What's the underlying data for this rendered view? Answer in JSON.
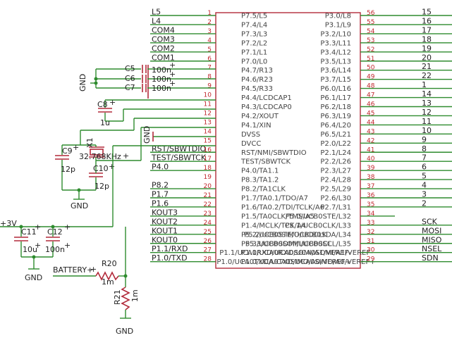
{
  "left_pins": [
    {
      "num": "1",
      "name": "P7.5/L5",
      "net": "L5"
    },
    {
      "num": "2",
      "name": "P7.4/L4",
      "net": "L4"
    },
    {
      "num": "3",
      "name": "P7.3/L3",
      "net": "COM4"
    },
    {
      "num": "4",
      "name": "P7.2/L2",
      "net": "COM3"
    },
    {
      "num": "5",
      "name": "P7.1/L1",
      "net": "COM2"
    },
    {
      "num": "6",
      "name": "P7.0/L0",
      "net": "COM1"
    },
    {
      "num": "7",
      "name": "P4.7/R13",
      "net": ""
    },
    {
      "num": "8",
      "name": "P4.6/R23",
      "net": ""
    },
    {
      "num": "9",
      "name": "P4.5/R33",
      "net": ""
    },
    {
      "num": "10",
      "name": "P4.4/LCDCAP1",
      "net": ""
    },
    {
      "num": "11",
      "name": "P4.3/LCDCAP0",
      "net": ""
    },
    {
      "num": "12",
      "name": "P4.2/XOUT",
      "net": ""
    },
    {
      "num": "13",
      "name": "P4.1/XIN",
      "net": ""
    },
    {
      "num": "14",
      "name": "DVSS",
      "net": ""
    },
    {
      "num": "15",
      "name": "DVCC",
      "net": ""
    },
    {
      "num": "16",
      "name": "RST/NMI/SBWTDIO",
      "net": "RST/SBWTDIO"
    },
    {
      "num": "17",
      "name": "TEST/SBWTCK",
      "net": "TEST/SBWTCK"
    },
    {
      "num": "18",
      "name": "P4.0/TA1.1",
      "net": "P4.0"
    },
    {
      "num": "19",
      "name": "P8.3/TA1.2",
      "net": ""
    },
    {
      "num": "20",
      "name": "P8.2/TA1CLK",
      "net": "P8.2"
    },
    {
      "num": "21",
      "name": "P1.7/TA0.1/TDO/A7",
      "net": "P1.7"
    },
    {
      "num": "22",
      "name": "P1.6/TA0.2/TDI/TCLK/A6",
      "net": "P1.6"
    },
    {
      "num": "23",
      "name": "P1.5/TA0CLK/TMS/A5",
      "net": "KOUT3"
    },
    {
      "num": "24",
      "name": "P1.4/MCLK/TCK/A4",
      "net": "KOUT2"
    },
    {
      "num": "25",
      "name": "P5.2/UCB0STE/UCB0CLK",
      "net": "KOUT1"
    },
    {
      "num": "26",
      "name": "P5.3/UCB0SOMI/UCB0SCL",
      "net": "KOUT0"
    },
    {
      "num": "27",
      "name": "P1.1/UCA0RXD/UCA0SOMI/A1/VEREF-",
      "net": "P1.1/RXD"
    },
    {
      "num": "28",
      "name": "P1.0/UCA0TXD/UCA0SIMO/A0/VEREF+",
      "net": "P1.0/TXD"
    }
  ],
  "right_pins": [
    {
      "num": "56",
      "name": "P3.0/L8",
      "net": "15"
    },
    {
      "num": "55",
      "name": "P3.1/L9",
      "net": "16"
    },
    {
      "num": "54",
      "name": "P3.2/L10",
      "net": "17"
    },
    {
      "num": "53",
      "name": "P3.3/L11",
      "net": "18"
    },
    {
      "num": "52",
      "name": "P3.4/L12",
      "net": "19"
    },
    {
      "num": "51",
      "name": "P3.5/L13",
      "net": "20"
    },
    {
      "num": "50",
      "name": "P3.6/L14",
      "net": "21"
    },
    {
      "num": "49",
      "name": "P3.7/L15",
      "net": "22"
    },
    {
      "num": "48",
      "name": "P6.0/L16",
      "net": "1"
    },
    {
      "num": "47",
      "name": "P6.1/L17",
      "net": "14"
    },
    {
      "num": "46",
      "name": "P6.2/L18",
      "net": "13"
    },
    {
      "num": "45",
      "name": "P6.3/L19",
      "net": "12"
    },
    {
      "num": "44",
      "name": "P6.4/L20",
      "net": "11"
    },
    {
      "num": "43",
      "name": "P6.5/L21",
      "net": "10"
    },
    {
      "num": "42",
      "name": "P2.0/L22",
      "net": "9"
    },
    {
      "num": "41",
      "name": "P2.1/L24",
      "net": "8"
    },
    {
      "num": "40",
      "name": "P2.2/L26",
      "net": "7"
    },
    {
      "num": "39",
      "name": "P2.3/L27",
      "net": "6"
    },
    {
      "num": "38",
      "name": "P2.4/L28",
      "net": "5"
    },
    {
      "num": "37",
      "name": "P2.5/L29",
      "net": "4"
    },
    {
      "num": "36",
      "name": "P2.6/L30",
      "net": "3"
    },
    {
      "num": "35",
      "name": "P2.7/L31",
      "net": "2"
    },
    {
      "num": "34",
      "name": "P5.0/UCB0STE/L32",
      "net": ""
    },
    {
      "num": "33",
      "name": "P5.1/UCB0CLK/L33",
      "net": "SCK"
    },
    {
      "num": "32",
      "name": "P5.2/UCB0SIMO/UCB0SDA/L34",
      "net": "MOSI"
    },
    {
      "num": "31",
      "name": "P5.3/UCB0SOMI/UCB0SCL/L35",
      "net": "MISO"
    },
    {
      "num": "30",
      "name": "P1.1/UCA0RXD/UCA0SOMI/A1/VEREF-",
      "net": "NSEL"
    },
    {
      "num": "29",
      "name": "P1.0/UCA0TXD/UCA0SIMO/A0/VEREF+",
      "net": "SDN"
    }
  ],
  "components": {
    "c5": {
      "ref": "C5",
      "value": "100n"
    },
    "c6": {
      "ref": "C6",
      "value": "100n"
    },
    "c7": {
      "ref": "C7",
      "value": "100n"
    },
    "c8": {
      "ref": "C8",
      "value": "1u"
    },
    "c9": {
      "ref": "C9",
      "value": "12p"
    },
    "c10": {
      "ref": "C10",
      "value": "12p"
    },
    "c11": {
      "ref": "C11",
      "value": "10u"
    },
    "c12": {
      "ref": "C12",
      "value": "100n"
    },
    "x1": {
      "ref": "X1",
      "value": "32.768KHz"
    },
    "r20": {
      "ref": "R20",
      "value": "1m"
    },
    "r21": {
      "ref": "R21",
      "value": "1m"
    }
  },
  "labels": {
    "gnd": "GND",
    "plus3v": "+3V",
    "battery": "BATTERY+",
    "plus": "+"
  },
  "colors": {
    "wire": "#2e8b2e",
    "part": "#b22a3a",
    "pin_number": "#c1272d"
  }
}
